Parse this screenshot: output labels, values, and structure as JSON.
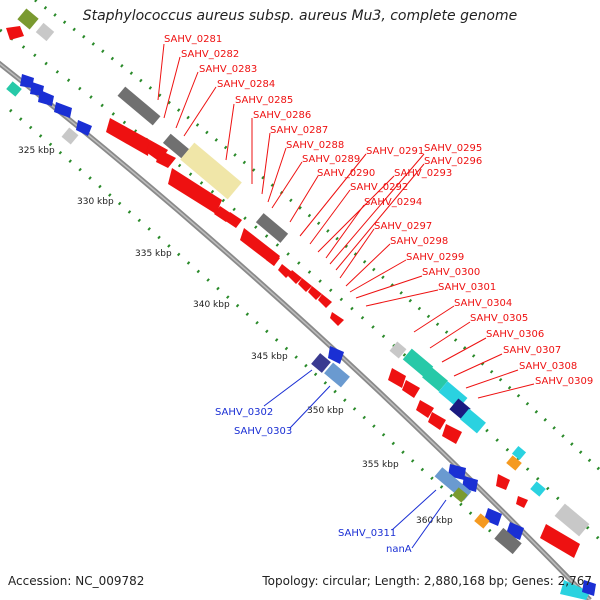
{
  "title": "Staphylococcus aureus subsp. aureus Mu3, complete genome",
  "footer": {
    "accession": "Accession: NC_009782",
    "topology": "Topology: circular; Length: 2,880,168 bp; Genes: 2,767"
  },
  "kbp_ticks": [
    "325 kbp",
    "330 kbp",
    "335 kbp",
    "340 kbp",
    "345 kbp",
    "350 kbp",
    "355 kbp",
    "360 kbp"
  ],
  "gene_labels_red": [
    "SAHV_0281",
    "SAHV_0282",
    "SAHV_0283",
    "SAHV_0284",
    "SAHV_0285",
    "SAHV_0286",
    "SAHV_0287",
    "SAHV_0288",
    "SAHV_0289",
    "SAHV_0290",
    "SAHV_0291",
    "SAHV_0292",
    "SAHV_0293",
    "SAHV_0294",
    "SAHV_0295",
    "SAHV_0296",
    "SAHV_0297",
    "SAHV_0298",
    "SAHV_0299",
    "SAHV_0300",
    "SAHV_0301",
    "SAHV_0304",
    "SAHV_0305",
    "SAHV_0306",
    "SAHV_0307",
    "SAHV_0308",
    "SAHV_0309"
  ],
  "gene_labels_blue": [
    "SAHV_0302",
    "SAHV_0303",
    "SAHV_0311",
    "nanA"
  ],
  "colors": {
    "red_gene": "#ee1111",
    "blue_gene": "#1a2fd4",
    "grey_gene": "#707070",
    "light_grey": "#c8c8c8",
    "pale_yellow": "#f0e6a8",
    "teal": "#27c9a8",
    "cyan": "#2ad2e0",
    "navy": "#1a1a80",
    "steel_blue": "#6a9ad0",
    "olive": "#7a9a30",
    "orange": "#f59a20",
    "tick_green": "#2a8a2a",
    "backbone": "#8a8a8a"
  }
}
